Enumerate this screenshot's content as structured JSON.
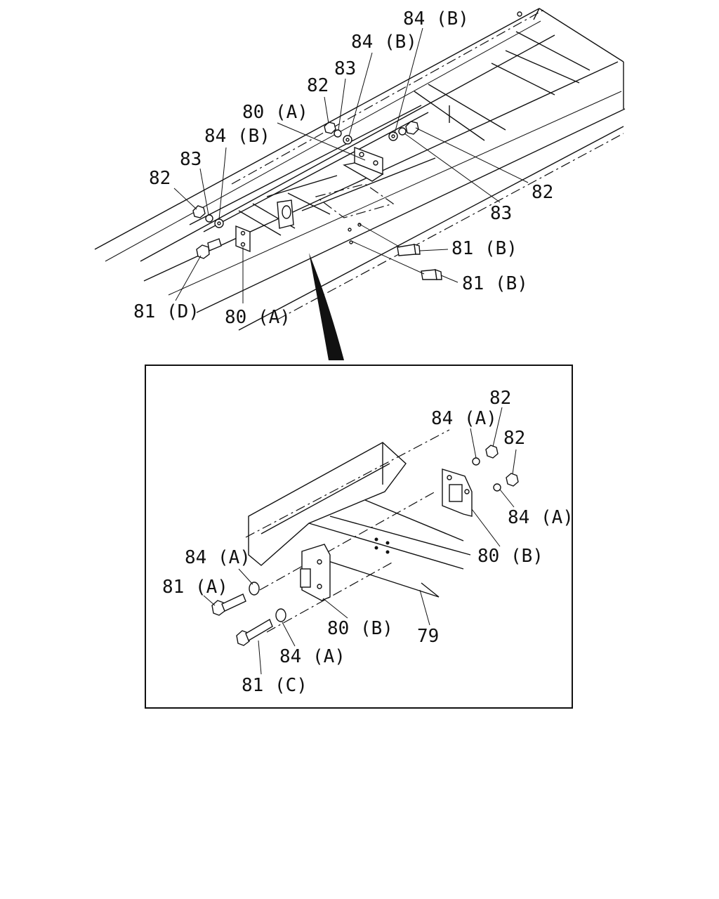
{
  "callouts": {
    "top_84b_a": "84 (B)",
    "top_84b_b": "84 (B)",
    "top_83_a": "83",
    "top_82_a": "82",
    "top_80a_a": "80 (A)",
    "top_84b_c": "84 (B)",
    "top_83_b": "83",
    "top_82_b": "82",
    "top_82_c": "82",
    "top_83_c": "83",
    "top_81b_a": "81 (B)",
    "top_81b_b": "81 (B)",
    "top_81d": "81 (D)",
    "top_80a_b": "80 (A)",
    "det_82_a": "82",
    "det_84a_a": "84 (A)",
    "det_82_b": "82",
    "det_84a_b": "84 (A)",
    "det_80b_a": "80 (B)",
    "det_84a_c": "84 (A)",
    "det_81a": "81 (A)",
    "det_80b_b": "80 (B)",
    "det_79": "79",
    "det_84a_d": "84 (A)",
    "det_81c": "81 (C)"
  }
}
